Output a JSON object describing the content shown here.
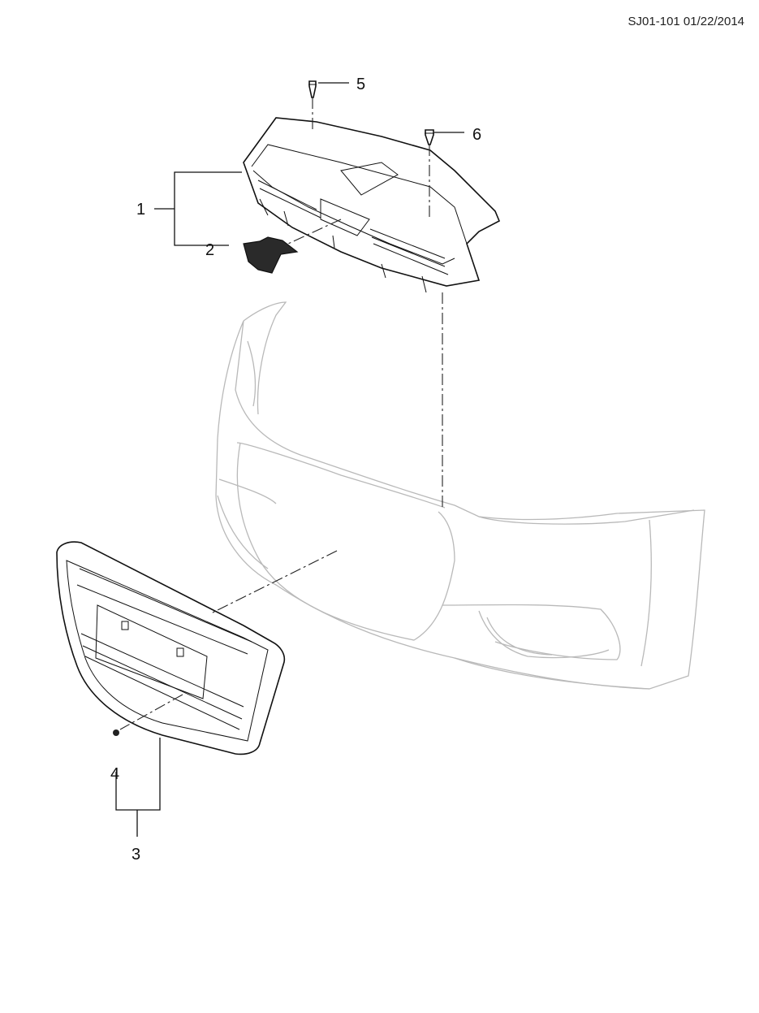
{
  "header": {
    "reference": "SJ01-101 01/22/2014"
  },
  "callouts": {
    "c1": "1",
    "c2": "2",
    "c3": "3",
    "c4": "4",
    "c5": "5",
    "c6": "6"
  },
  "colors": {
    "line": "#111111",
    "ghost": "#b9b9b9"
  }
}
